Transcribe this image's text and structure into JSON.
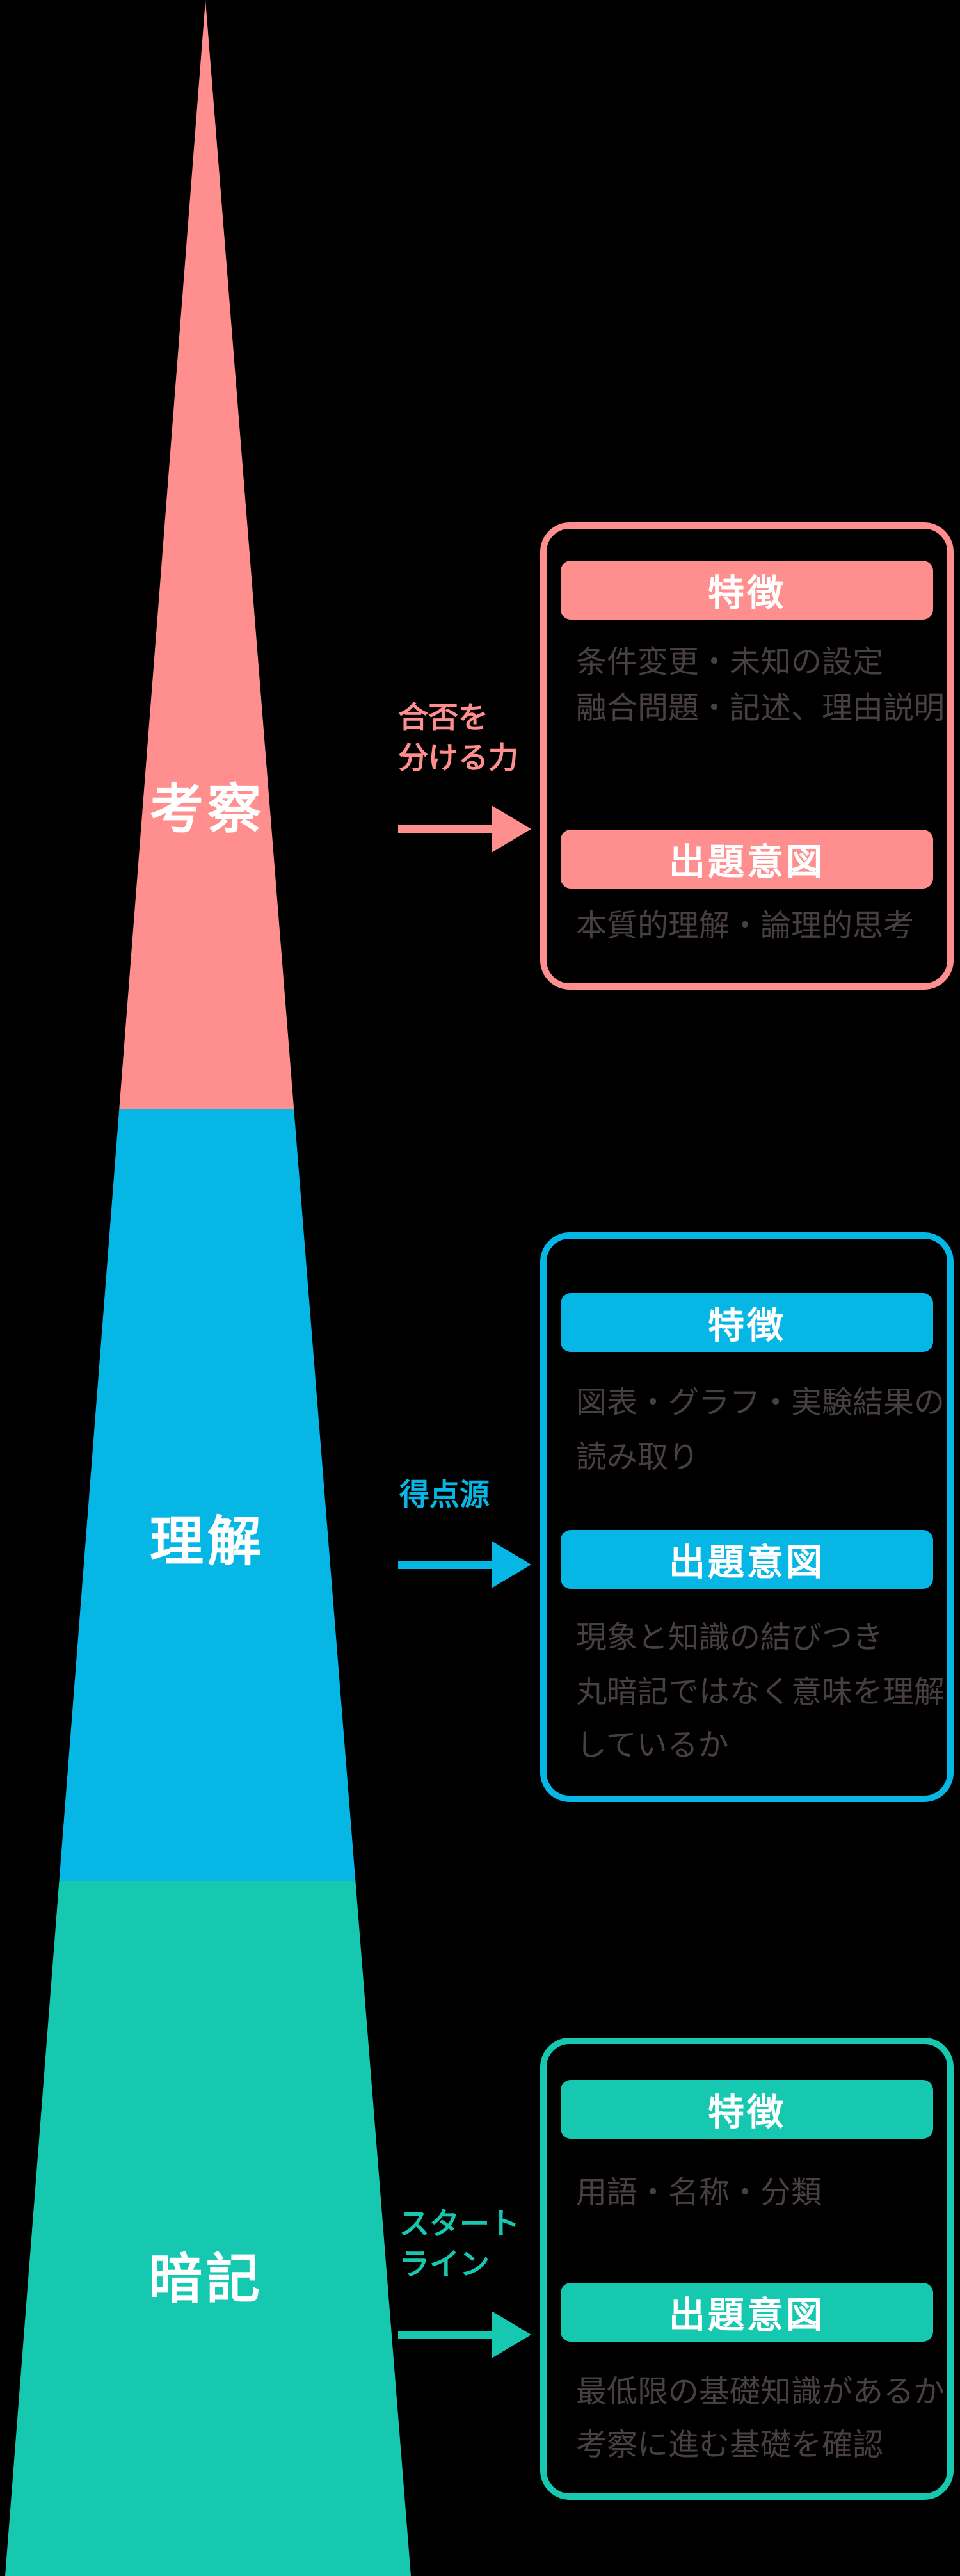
{
  "colors": {
    "background": "#000000",
    "level_pink": "#FF8E8E",
    "level_cyan": "#06B7E6",
    "level_teal": "#15C8AF",
    "card_text": "#473F42",
    "label_text": "#FFFFFF"
  },
  "levels": [
    {
      "name": "考察",
      "color": "#FF8E8E",
      "tagline_lines": [
        "合否を",
        "分ける力"
      ],
      "sections": [
        {
          "heading": "特徴",
          "lines": [
            "条件変更・未知の設定",
            "融合問題・記述、理由説明"
          ]
        },
        {
          "heading": "出題意図",
          "lines": [
            "本質的理解・論理的思考"
          ]
        }
      ]
    },
    {
      "name": "理解",
      "color": "#06B7E6",
      "tagline_lines": [
        "得点源"
      ],
      "sections": [
        {
          "heading": "特徴",
          "lines": [
            "図表・グラフ・実験結果の",
            "読み取り"
          ]
        },
        {
          "heading": "出題意図",
          "lines": [
            "現象と知識の結びつき",
            "丸暗記ではなく意味を理解",
            "しているか"
          ]
        }
      ]
    },
    {
      "name": "暗記",
      "color": "#15C8AF",
      "tagline_lines": [
        "スタート",
        "ライン"
      ],
      "sections": [
        {
          "heading": "特徴",
          "lines": [
            "用語・名称・分類"
          ]
        },
        {
          "heading": "出題意図",
          "lines": [
            "最低限の基礎知識があるか",
            "考察に進む基礎を確認"
          ]
        }
      ]
    }
  ]
}
